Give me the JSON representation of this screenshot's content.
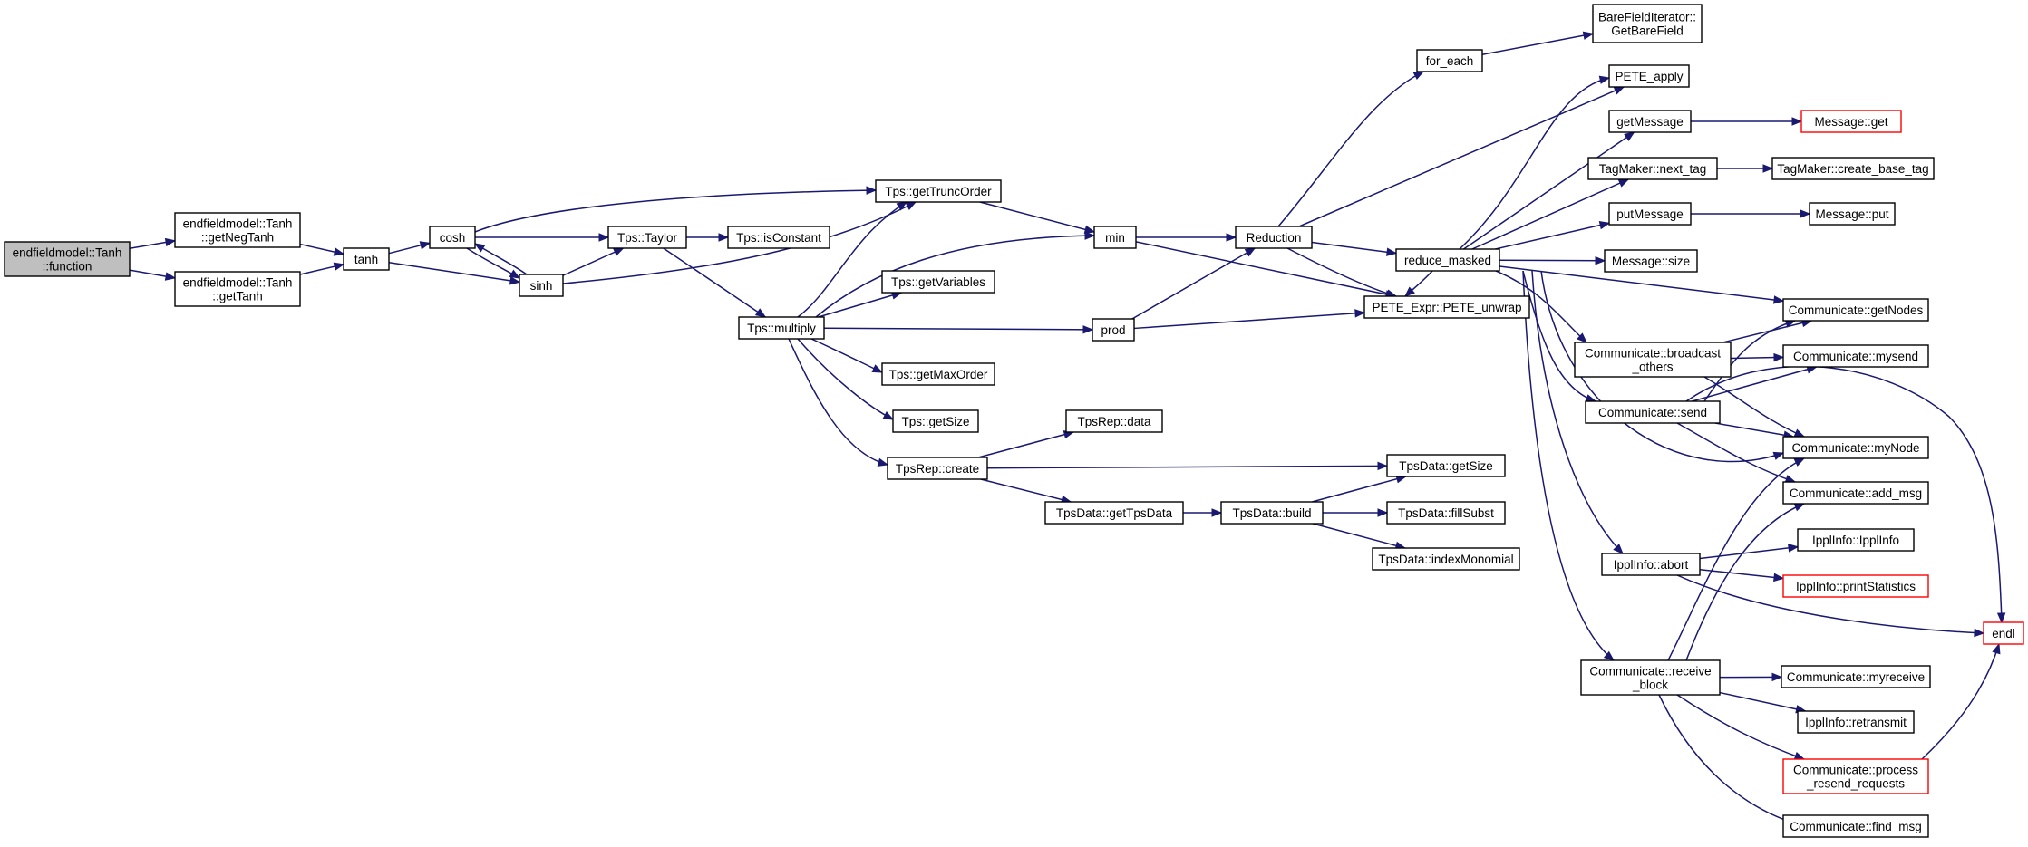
{
  "diagram": {
    "title": "",
    "colors": {
      "edge": "#191970",
      "node_border": "#000000",
      "node_border_truncated": "#ff0000",
      "root_fill": "#bfbfbf",
      "node_fill": "#ffffff"
    },
    "nodes": [
      {
        "id": "root",
        "lines": [
          "endfieldmodel::Tanh",
          "::function"
        ],
        "style": "root"
      },
      {
        "id": "getNegTanh",
        "lines": [
          "endfieldmodel::Tanh",
          "::getNegTanh"
        ]
      },
      {
        "id": "getTanh",
        "lines": [
          "endfieldmodel::Tanh",
          "::getTanh"
        ]
      },
      {
        "id": "tanh",
        "lines": [
          "tanh"
        ]
      },
      {
        "id": "cosh",
        "lines": [
          "cosh"
        ]
      },
      {
        "id": "sinh",
        "lines": [
          "sinh"
        ]
      },
      {
        "id": "taylor",
        "lines": [
          "Tps::Taylor"
        ]
      },
      {
        "id": "isConstant",
        "lines": [
          "Tps::isConstant"
        ]
      },
      {
        "id": "getTruncOrder",
        "lines": [
          "Tps::getTruncOrder"
        ]
      },
      {
        "id": "multiply",
        "lines": [
          "Tps::multiply"
        ]
      },
      {
        "id": "getVariables",
        "lines": [
          "Tps::getVariables"
        ]
      },
      {
        "id": "getMaxOrder",
        "lines": [
          "Tps::getMaxOrder"
        ]
      },
      {
        "id": "tpsGetSize",
        "lines": [
          "Tps::getSize"
        ]
      },
      {
        "id": "tpsRepCreate",
        "lines": [
          "TpsRep::create"
        ]
      },
      {
        "id": "tpsRepData",
        "lines": [
          "TpsRep::data"
        ]
      },
      {
        "id": "min",
        "lines": [
          "min"
        ]
      },
      {
        "id": "prod",
        "lines": [
          "prod"
        ]
      },
      {
        "id": "getTpsData",
        "lines": [
          "TpsData::getTpsData"
        ]
      },
      {
        "id": "build",
        "lines": [
          "TpsData::build"
        ]
      },
      {
        "id": "tdGetSize",
        "lines": [
          "TpsData::getSize"
        ]
      },
      {
        "id": "fillSubst",
        "lines": [
          "TpsData::fillSubst"
        ]
      },
      {
        "id": "indexMonomial",
        "lines": [
          "TpsData::indexMonomial"
        ]
      },
      {
        "id": "reduction",
        "lines": [
          "Reduction"
        ]
      },
      {
        "id": "forEach",
        "lines": [
          "for_each"
        ]
      },
      {
        "id": "peteUnwrap",
        "lines": [
          "PETE_Expr::PETE_unwrap"
        ]
      },
      {
        "id": "reduceMasked",
        "lines": [
          "reduce_masked"
        ]
      },
      {
        "id": "bareField",
        "lines": [
          "BareFieldIterator::",
          "GetBareField"
        ]
      },
      {
        "id": "peteApply",
        "lines": [
          "PETE_apply"
        ]
      },
      {
        "id": "getMessage",
        "lines": [
          "getMessage"
        ]
      },
      {
        "id": "nextTag",
        "lines": [
          "TagMaker::next_tag"
        ]
      },
      {
        "id": "putMessage",
        "lines": [
          "putMessage"
        ]
      },
      {
        "id": "msgSize",
        "lines": [
          "Message::size"
        ]
      },
      {
        "id": "broadcast",
        "lines": [
          "Communicate::broadcast",
          "_others"
        ]
      },
      {
        "id": "commSend",
        "lines": [
          "Communicate::send"
        ]
      },
      {
        "id": "ipplAbort",
        "lines": [
          "IpplInfo::abort"
        ]
      },
      {
        "id": "receiveBlock",
        "lines": [
          "Communicate::receive",
          "_block"
        ]
      },
      {
        "id": "msgGet",
        "lines": [
          "Message::get"
        ],
        "style": "truncated"
      },
      {
        "id": "createBaseTag",
        "lines": [
          "TagMaker::create_base_tag"
        ]
      },
      {
        "id": "msgPut",
        "lines": [
          "Message::put"
        ]
      },
      {
        "id": "getNodes",
        "lines": [
          "Communicate::getNodes"
        ]
      },
      {
        "id": "mysend",
        "lines": [
          "Communicate::mysend"
        ]
      },
      {
        "id": "myNode",
        "lines": [
          "Communicate::myNode"
        ]
      },
      {
        "id": "addMsg",
        "lines": [
          "Communicate::add_msg"
        ]
      },
      {
        "id": "ipplInfoCtor",
        "lines": [
          "IpplInfo::IpplInfo"
        ]
      },
      {
        "id": "printStatistics",
        "lines": [
          "IpplInfo::printStatistics"
        ],
        "style": "truncated"
      },
      {
        "id": "endl",
        "lines": [
          "endl"
        ],
        "style": "truncated"
      },
      {
        "id": "myreceive",
        "lines": [
          "Communicate::myreceive"
        ]
      },
      {
        "id": "retransmit",
        "lines": [
          "IpplInfo::retransmit"
        ]
      },
      {
        "id": "processResend",
        "lines": [
          "Communicate::process",
          "_resend_requests"
        ],
        "style": "truncated"
      },
      {
        "id": "findMsg",
        "lines": [
          "Communicate::find_msg"
        ]
      }
    ],
    "edges": [
      [
        "root",
        "getNegTanh"
      ],
      [
        "root",
        "getTanh"
      ],
      [
        "getNegTanh",
        "tanh"
      ],
      [
        "getTanh",
        "tanh"
      ],
      [
        "tanh",
        "cosh"
      ],
      [
        "tanh",
        "sinh"
      ],
      [
        "cosh",
        "getTruncOrder"
      ],
      [
        "cosh",
        "taylor"
      ],
      [
        "cosh",
        "sinh"
      ],
      [
        "sinh",
        "cosh"
      ],
      [
        "sinh",
        "taylor"
      ],
      [
        "sinh",
        "getTruncOrder"
      ],
      [
        "taylor",
        "isConstant"
      ],
      [
        "taylor",
        "multiply"
      ],
      [
        "multiply",
        "getTruncOrder"
      ],
      [
        "multiply",
        "min"
      ],
      [
        "multiply",
        "getVariables"
      ],
      [
        "multiply",
        "prod"
      ],
      [
        "multiply",
        "getMaxOrder"
      ],
      [
        "multiply",
        "tpsGetSize"
      ],
      [
        "multiply",
        "tpsRepCreate"
      ],
      [
        "getTruncOrder",
        "min"
      ],
      [
        "tpsRepCreate",
        "tpsRepData"
      ],
      [
        "tpsRepCreate",
        "tdGetSize"
      ],
      [
        "tpsRepCreate",
        "getTpsData"
      ],
      [
        "getTpsData",
        "build"
      ],
      [
        "build",
        "tdGetSize"
      ],
      [
        "build",
        "fillSubst"
      ],
      [
        "build",
        "indexMonomial"
      ],
      [
        "min",
        "reduction"
      ],
      [
        "min",
        "peteUnwrap"
      ],
      [
        "prod",
        "reduction"
      ],
      [
        "prod",
        "peteUnwrap"
      ],
      [
        "reduction",
        "forEach"
      ],
      [
        "reduction",
        "peteApply"
      ],
      [
        "reduction",
        "reduceMasked"
      ],
      [
        "reduction",
        "peteUnwrap"
      ],
      [
        "forEach",
        "bareField"
      ],
      [
        "reduceMasked",
        "peteApply"
      ],
      [
        "reduceMasked",
        "peteUnwrap"
      ],
      [
        "reduceMasked",
        "getMessage"
      ],
      [
        "reduceMasked",
        "nextTag"
      ],
      [
        "reduceMasked",
        "putMessage"
      ],
      [
        "reduceMasked",
        "msgSize"
      ],
      [
        "reduceMasked",
        "getNodes"
      ],
      [
        "reduceMasked",
        "broadcast"
      ],
      [
        "reduceMasked",
        "commSend"
      ],
      [
        "reduceMasked",
        "myNode"
      ],
      [
        "reduceMasked",
        "ipplAbort"
      ],
      [
        "reduceMasked",
        "receiveBlock"
      ],
      [
        "getMessage",
        "msgGet"
      ],
      [
        "nextTag",
        "createBaseTag"
      ],
      [
        "putMessage",
        "msgPut"
      ],
      [
        "broadcast",
        "getNodes"
      ],
      [
        "broadcast",
        "mysend"
      ],
      [
        "broadcast",
        "myNode"
      ],
      [
        "commSend",
        "getNodes"
      ],
      [
        "commSend",
        "mysend"
      ],
      [
        "commSend",
        "myNode"
      ],
      [
        "commSend",
        "addMsg"
      ],
      [
        "commSend",
        "endl"
      ],
      [
        "ipplAbort",
        "ipplInfoCtor"
      ],
      [
        "ipplAbort",
        "printStatistics"
      ],
      [
        "ipplAbort",
        "endl"
      ],
      [
        "receiveBlock",
        "myNode"
      ],
      [
        "receiveBlock",
        "addMsg"
      ],
      [
        "receiveBlock",
        "myreceive"
      ],
      [
        "receiveBlock",
        "retransmit"
      ],
      [
        "receiveBlock",
        "processResend"
      ],
      [
        "receiveBlock",
        "findMsg"
      ],
      [
        "processResend",
        "endl"
      ]
    ]
  }
}
